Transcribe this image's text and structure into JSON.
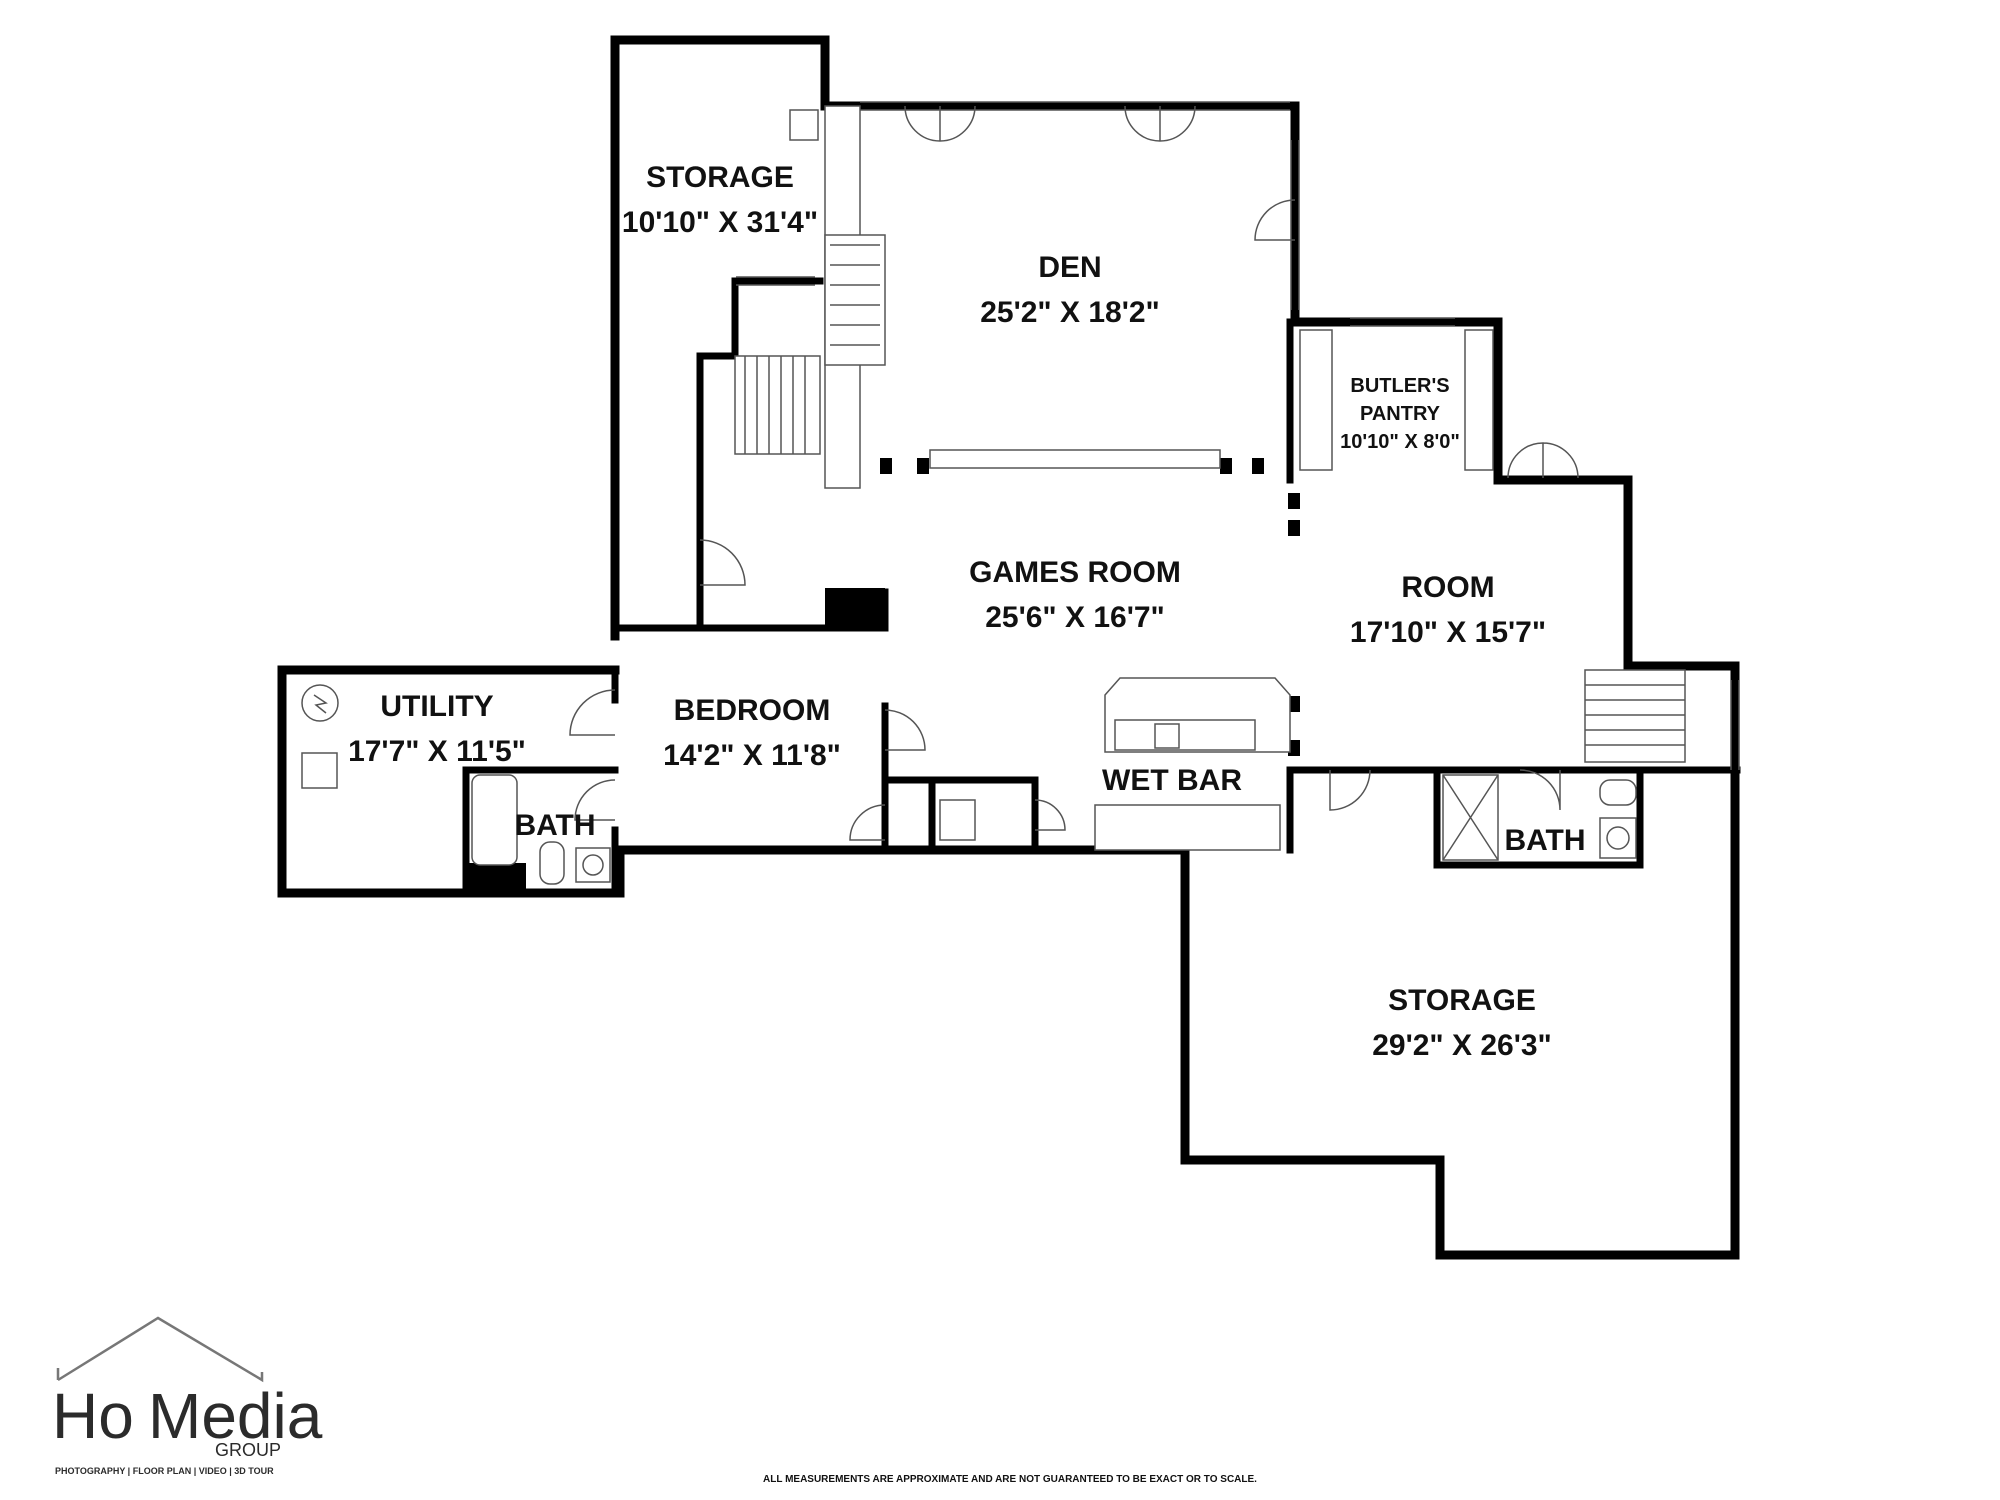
{
  "rooms": {
    "storage_top": {
      "name": "STORAGE",
      "dims": "10'10\" X 31'4\""
    },
    "den": {
      "name": "DEN",
      "dims": "25'2\" X 18'2\""
    },
    "butlers_pantry": {
      "name_line1": "BUTLER'S",
      "name_line2": "PANTRY",
      "dims": "10'10\" X 8'0\""
    },
    "games_room": {
      "name": "GAMES ROOM",
      "dims": "25'6\" X 16'7\""
    },
    "room": {
      "name": "ROOM",
      "dims": "17'10\" X 15'7\""
    },
    "utility": {
      "name": "UTILITY",
      "dims": "17'7\" X 11'5\""
    },
    "bedroom": {
      "name": "BEDROOM",
      "dims": "14'2\" X 11'8\""
    },
    "bath_left": {
      "name": "BATH"
    },
    "wet_bar": {
      "name": "WET BAR"
    },
    "bath_right": {
      "name": "BATH"
    },
    "storage_bottom": {
      "name": "STORAGE",
      "dims": "29'2\" X 26'3\""
    }
  },
  "logo": {
    "brand_part1": "Ho",
    "brand_part2": "Media",
    "group": "GROUP",
    "tagline": "PHOTOGRAPHY | FLOOR PLAN | VIDEO | 3D TOUR"
  },
  "disclaimer": "ALL MEASUREMENTS ARE APPROXIMATE AND ARE NOT GUARANTEED TO BE EXACT OR TO SCALE."
}
